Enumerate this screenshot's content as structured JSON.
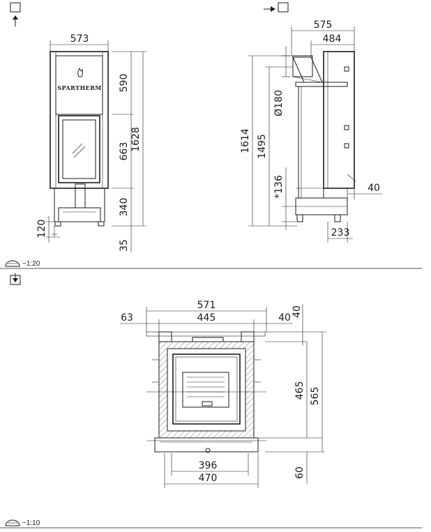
{
  "brand": "SPARTHERM",
  "scale_top": "~1:20",
  "scale_bottom": "~1:10",
  "front_view": {
    "width": "573",
    "heights": [
      "590",
      "663",
      "340",
      "1628"
    ],
    "foot_height": "120",
    "base": "35"
  },
  "side_view": {
    "width_total": "575",
    "width_inner": "484",
    "flue_diameter": "Ø180",
    "heights": [
      "1614",
      "1495",
      "*136"
    ],
    "right_offset": "40",
    "bottom_depth": "233"
  },
  "plan_view": {
    "width_total": "571",
    "width_inner": "445",
    "left_offset": "63",
    "right_offset": "40",
    "top_offset": "40",
    "depth_inner": "465",
    "depth_total": "565",
    "bottom_width_inner": "396",
    "bottom_width": "470",
    "bottom_offset": "60"
  },
  "colors": {
    "line": "#1a1a1a",
    "hatch": "#555555"
  }
}
